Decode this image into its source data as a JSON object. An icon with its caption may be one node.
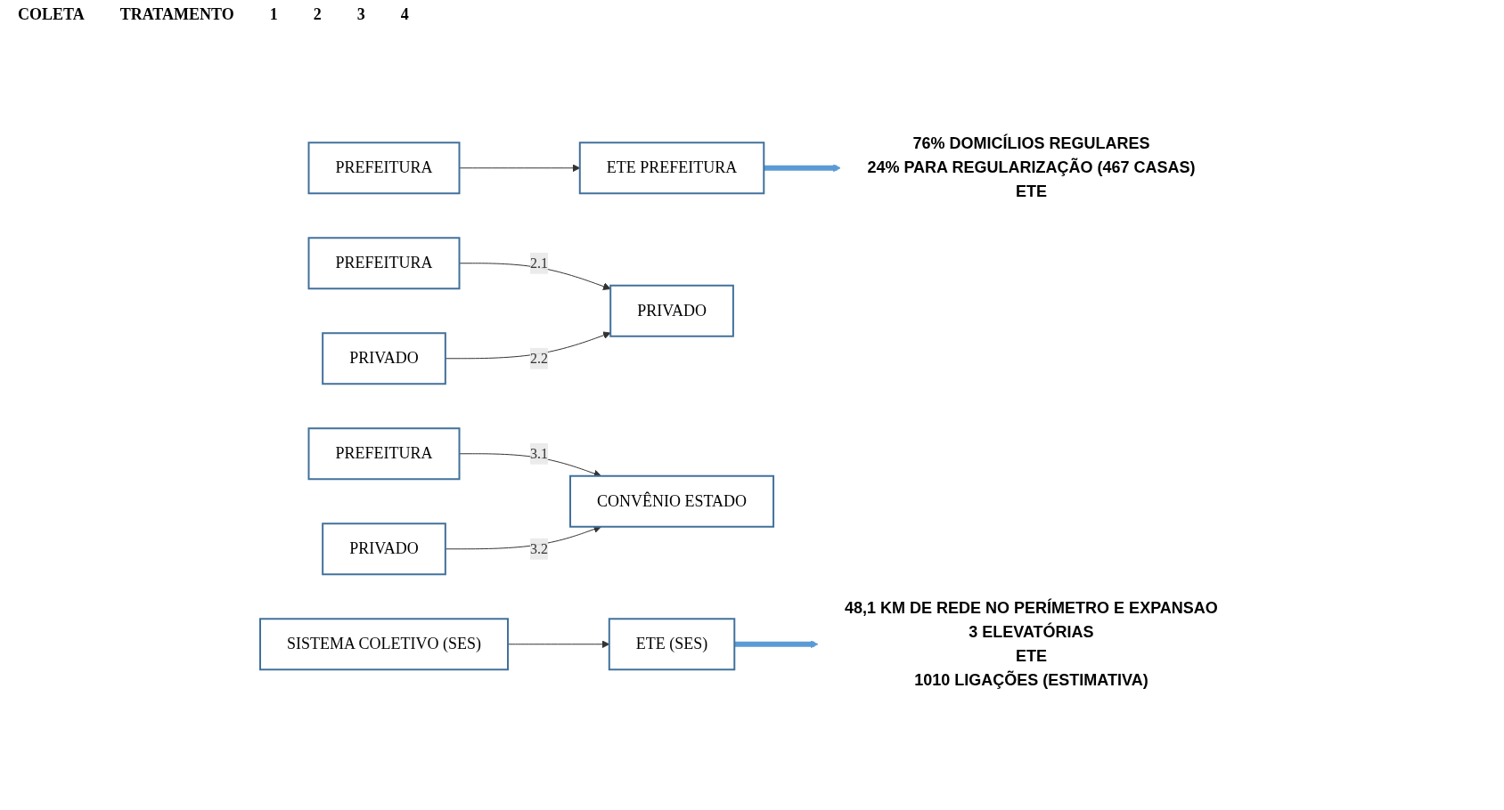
{
  "diagram": {
    "nodes": [
      {
        "text": [
          "PREFEITURA"
        ]
      },
      {
        "text": [
          "ETE PREFEITURA"
        ]
      },
      {
        "text": [
          "PREFEITURA"
        ]
      },
      {
        "text": [
          "PRIVADO"
        ]
      },
      {
        "text": [
          "PRIVADO"
        ]
      },
      {
        "text": [
          "PREFEITURA"
        ]
      },
      {
        "text": [
          "PRIVADO"
        ]
      },
      {
        "text": [
          "CONVÊNIO ESTADO"
        ]
      },
      {
        "text": [
          "SISTEMA COLETIVO (SES)"
        ]
      },
      {
        "text": [
          "ETE (SES)"
        ]
      },
      {
        "text": [
          "76% DOMICÍLIOS REGULARES",
          "24% PARA REGULARIZAÇÃO (467 CASAS)",
          "ETE"
        ]
      },
      {
        "text": [
          "48,1 KM DE REDE NO PERÍMETRO E EXPANSAO",
          "3 ELEVATÓRIAS",
          "ETE",
          "1010 LIGAÇÕES (ESTIMATIVA)"
        ]
      }
    ],
    "edges": [
      {
        "from": 0,
        "to": 1,
        "arrow": "to"
      },
      {
        "from": 2,
        "to": 4,
        "arrow": "to",
        "label": "2.1"
      },
      {
        "from": 3,
        "to": 4,
        "arrow": "to",
        "label": "2.2"
      },
      {
        "from": 5,
        "to": 7,
        "arrow": "to",
        "label": "3.1"
      },
      {
        "from": 6,
        "to": 7,
        "arrow": "to",
        "label": "3.2"
      },
      {
        "from": 8,
        "to": 9,
        "arrow": "to"
      },
      {
        "from": 1,
        "to": 10,
        "arrow": "to",
        "style": "thick",
        "color": "#5b9bd5"
      },
      {
        "from": 9,
        "to": 11,
        "arrow": "to",
        "style": "thick",
        "color": "#5b9bd5"
      }
    ],
    "labels": [
      "COLETA",
      "TRATAMENTO",
      "1",
      "2",
      "3",
      "4"
    ]
  }
}
